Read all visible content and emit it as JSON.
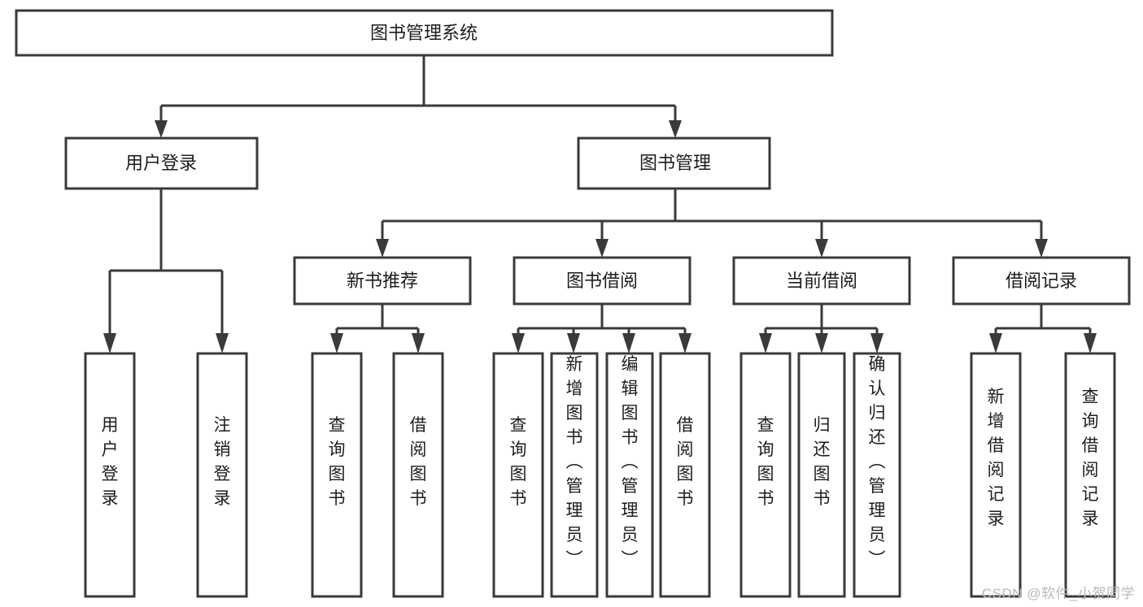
{
  "diagram": {
    "type": "tree",
    "title": "图书管理系统",
    "watermark": "CSDN @软件_小贺同学",
    "colors": {
      "background": "#ffffff",
      "stroke": "#3a3a3a",
      "text": "#1d1d1d",
      "watermark": "#b9b9b9"
    },
    "root": {
      "label": "图书管理系统",
      "orientation": "horizontal"
    },
    "level2": [
      {
        "label": "用户登录",
        "orientation": "horizontal"
      },
      {
        "label": "图书管理",
        "orientation": "horizontal"
      }
    ],
    "level3": [
      {
        "label": "新书推荐",
        "orientation": "horizontal"
      },
      {
        "label": "图书借阅",
        "orientation": "horizontal"
      },
      {
        "label": "当前借阅",
        "orientation": "horizontal"
      },
      {
        "label": "借阅记录",
        "orientation": "horizontal"
      }
    ],
    "leaves": {
      "user_login": [
        {
          "label": "用户登录",
          "orientation": "vertical"
        },
        {
          "label": "注销登录",
          "orientation": "vertical"
        }
      ],
      "new_book_recommend": [
        {
          "label": "查询图书",
          "orientation": "vertical"
        },
        {
          "label": "借阅图书",
          "orientation": "vertical"
        }
      ],
      "book_borrow": [
        {
          "label": "查询图书",
          "orientation": "vertical"
        },
        {
          "label": "新增图书（管理员）",
          "orientation": "vertical"
        },
        {
          "label": "编辑图书（管理员）",
          "orientation": "vertical"
        },
        {
          "label": "借阅图书",
          "orientation": "vertical"
        }
      ],
      "current_borrow": [
        {
          "label": "查询图书",
          "orientation": "vertical"
        },
        {
          "label": "归还图书",
          "orientation": "vertical"
        },
        {
          "label": "确认归还（管理员）",
          "orientation": "vertical"
        }
      ],
      "borrow_record": [
        {
          "label": "新增借阅记录",
          "orientation": "vertical"
        },
        {
          "label": "查询借阅记录",
          "orientation": "vertical"
        }
      ]
    }
  }
}
